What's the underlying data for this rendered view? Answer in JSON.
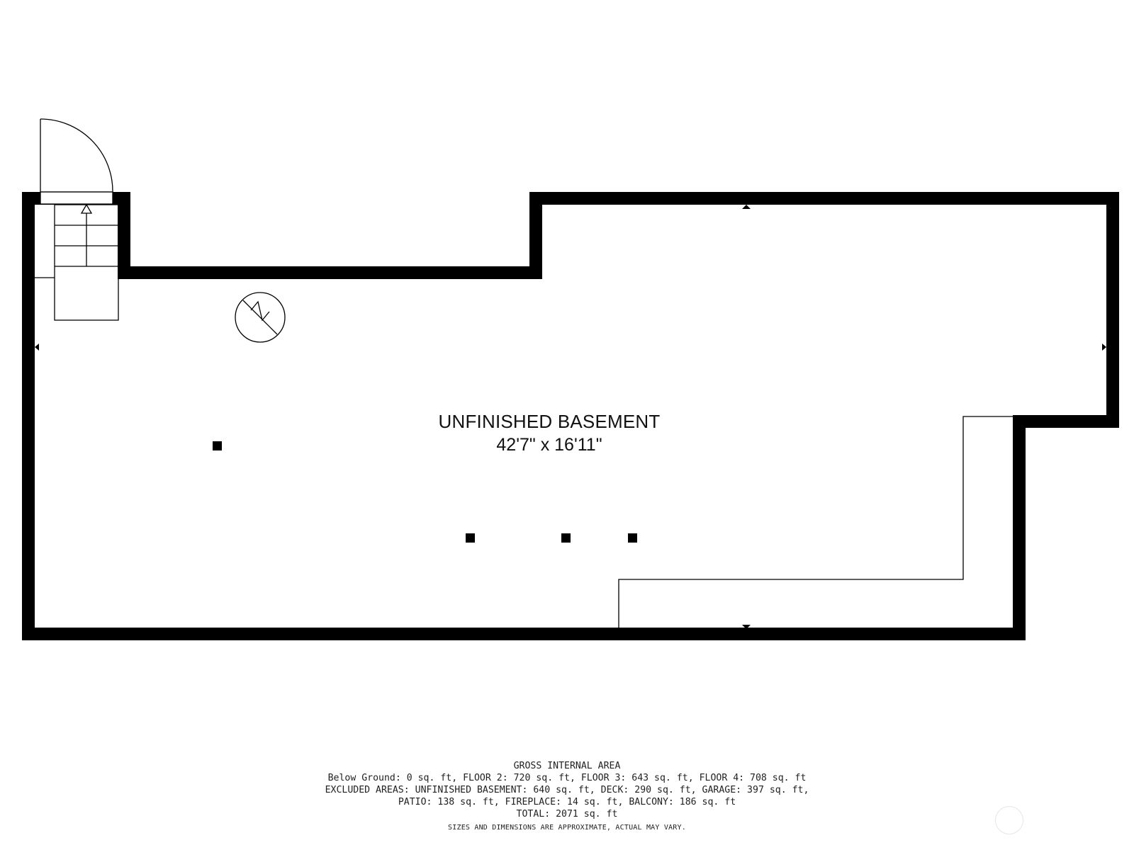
{
  "room": {
    "name": "UNFINISHED BASEMENT",
    "dimensions": "42'7\" x 16'11\""
  },
  "symbols": {
    "water_heater": "electric-symbol-icon",
    "stair_direction": "up-arrow-icon",
    "door": "door-swing-icon",
    "posts": "support-post-icon"
  },
  "footer": {
    "title": "GROSS INTERNAL AREA",
    "line1": "Below Ground: 0 sq. ft, FLOOR 2: 720 sq. ft, FLOOR 3: 643 sq. ft, FLOOR 4: 708 sq. ft",
    "line2": "EXCLUDED AREAS: UNFINISHED BASEMENT: 640 sq. ft, DECK: 290 sq. ft, GARAGE: 397 sq. ft,",
    "line3": "PATIO: 138 sq. ft, FIREPLACE: 14 sq. ft, BALCONY: 186 sq. ft",
    "total": "TOTAL: 2071 sq. ft",
    "note": "SIZES AND DIMENSIONS ARE APPROXIMATE, ACTUAL MAY VARY."
  },
  "colors": {
    "wall": "#000000",
    "background": "#ffffff",
    "text": "#111111"
  }
}
